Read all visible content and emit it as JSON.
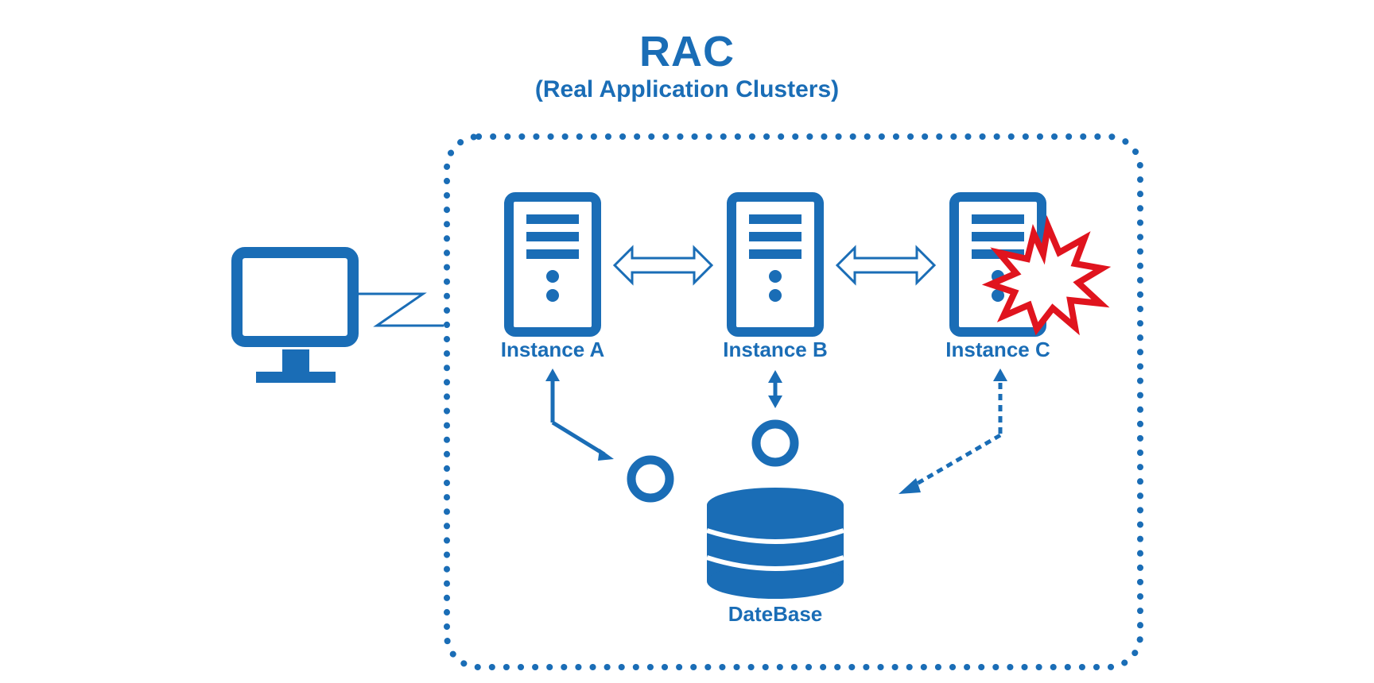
{
  "title": "RAC",
  "subtitle": "(Real Application Clusters)",
  "instances": [
    {
      "label": "Instance A",
      "status": "normal"
    },
    {
      "label": "Instance B",
      "status": "normal"
    },
    {
      "label": "Instance C",
      "status": "failed"
    }
  ],
  "database": {
    "label": "DateBase"
  },
  "colors": {
    "primary": "#1a6db6",
    "alert": "#e0141e",
    "white": "#ffffff"
  },
  "icons": [
    "client-computer-icon",
    "server-icon",
    "database-icon",
    "explosion-icon"
  ]
}
